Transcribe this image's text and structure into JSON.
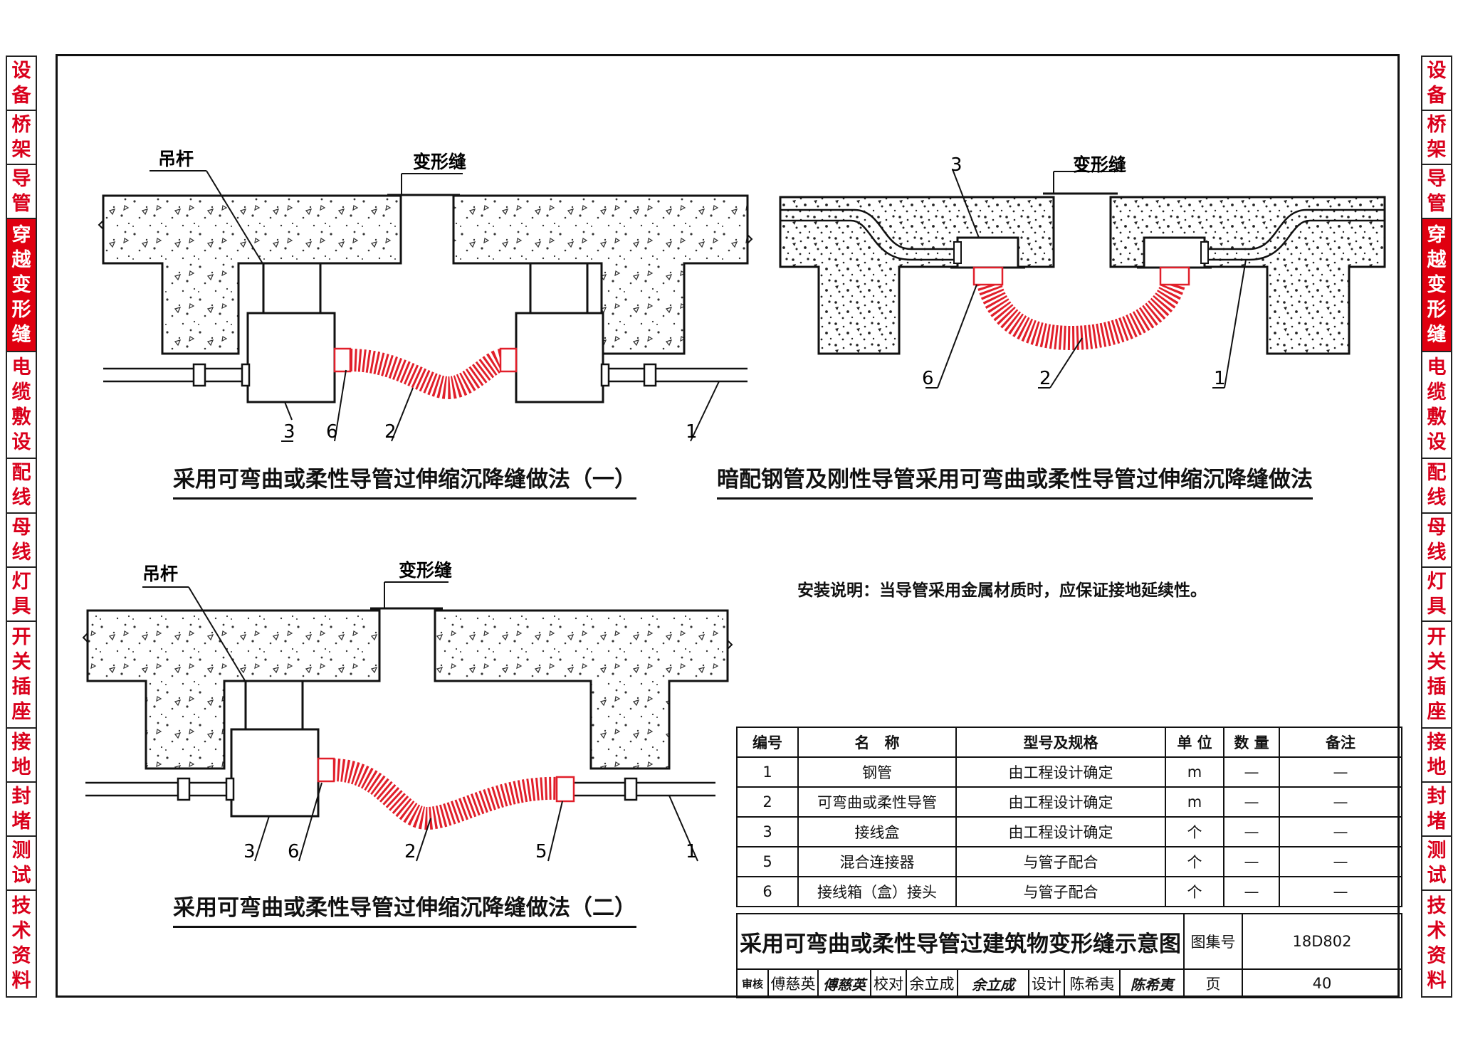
{
  "side_tabs": [
    {
      "label": "设备",
      "active": false
    },
    {
      "label": "桥架",
      "active": false
    },
    {
      "label": "导管",
      "active": false
    },
    {
      "label": "穿越变形缝",
      "active": true
    },
    {
      "label": "电缆敷设",
      "active": false
    },
    {
      "label": "配线",
      "active": false
    },
    {
      "label": "母线",
      "active": false
    },
    {
      "label": "灯具",
      "active": false
    },
    {
      "label": "开关插座",
      "active": false
    },
    {
      "label": "接地",
      "active": false
    },
    {
      "label": "封堵",
      "active": false
    },
    {
      "label": "测试",
      "active": false
    },
    {
      "label": "技术资料",
      "active": false
    }
  ],
  "colors": {
    "accent": "#e00010",
    "pipe_red": "#e11f2a",
    "line": "#111111"
  },
  "diagram1": {
    "title": "采用可弯曲或柔性导管过伸缩沉降缝做法（一）",
    "labels": {
      "hanger": "吊杆",
      "joint": "变形缝",
      "c3": "3",
      "c6": "6",
      "c2": "2",
      "c1": "1"
    }
  },
  "diagram2": {
    "title": "暗配钢管及刚性导管采用可弯曲或柔性导管过伸缩沉降缝做法",
    "labels": {
      "joint": "变形缝",
      "c3": "3",
      "c6": "6",
      "c2": "2",
      "c1": "1"
    }
  },
  "diagram3": {
    "title": "采用可弯曲或柔性导管过伸缩沉降缝做法（二）",
    "labels": {
      "hanger": "吊杆",
      "joint": "变形缝",
      "c3": "3",
      "c6": "6",
      "c2": "2",
      "c5": "5",
      "c1": "1"
    }
  },
  "install_note": {
    "label": "安装说明：",
    "text": "当导管采用金属材质时，应保证接地延续性。"
  },
  "parts_table": {
    "headers": [
      "编号",
      "名　称",
      "型号及规格",
      "单 位",
      "数 量",
      "备注"
    ],
    "rows": [
      [
        "1",
        "钢管",
        "由工程设计确定",
        "m",
        "—",
        "—"
      ],
      [
        "2",
        "可弯曲或柔性导管",
        "由工程设计确定",
        "m",
        "—",
        "—"
      ],
      [
        "3",
        "接线盒",
        "由工程设计确定",
        "个",
        "—",
        "—"
      ],
      [
        "5",
        "混合连接器",
        "与管子配合",
        "个",
        "—",
        "—"
      ],
      [
        "6",
        "接线箱（盒）接头",
        "与管子配合",
        "个",
        "—",
        "—"
      ]
    ]
  },
  "title_block": {
    "drawing_title": "采用可弯曲或柔性导管过建筑物变形缝示意图",
    "atlas_label": "图集号",
    "atlas_no": "18D802",
    "review_label": "审核",
    "reviewer": "傅慈英",
    "reviewer_sig": "傅慈英",
    "check_label": "校对",
    "checker": "余立成",
    "checker_sig": "余立成",
    "design_label": "设计",
    "designer": "陈希夷",
    "designer_sig": "陈希夷",
    "page_label": "页",
    "page_no": "40"
  }
}
